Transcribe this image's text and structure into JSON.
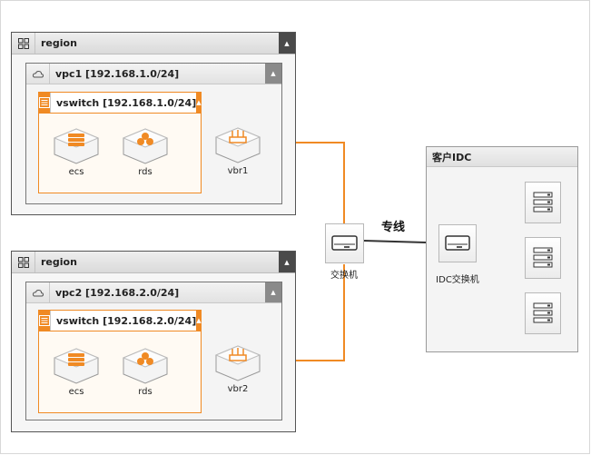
{
  "regions": [
    {
      "title": "region",
      "vpc": {
        "title": "vpc1 [192.168.1.0/24]"
      },
      "vswitch": {
        "title": "vswitch [192.168.1.0/24]"
      },
      "nodes": {
        "ecs": "ecs",
        "rds": "rds",
        "vbr": "vbr1"
      }
    },
    {
      "title": "region",
      "vpc": {
        "title": "vpc2 [192.168.2.0/24]"
      },
      "vswitch": {
        "title": "vswitch [192.168.2.0/24]"
      },
      "nodes": {
        "ecs": "ecs",
        "rds": "rds",
        "vbr": "vbr2"
      }
    }
  ],
  "switch": {
    "label": "交换机"
  },
  "dedicated_line": {
    "label": "专线"
  },
  "idc": {
    "title": "客户IDC",
    "switch_label": "IDC交换机",
    "server_count": 3
  },
  "colors": {
    "accent": "#f08a24",
    "line": "#f08a24",
    "dark_line": "#333333"
  }
}
